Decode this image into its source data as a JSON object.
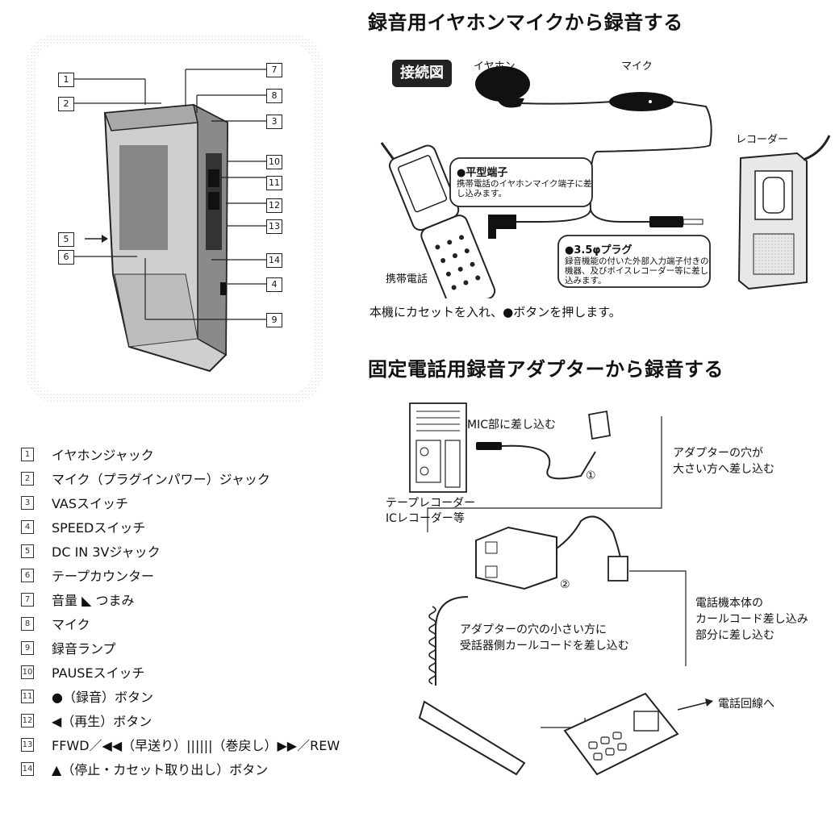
{
  "section1": {
    "title": "録音用イヤホンマイクから録音する",
    "badge": "接続図",
    "label_earphone": "イヤホン",
    "label_mic": "マイク",
    "label_recorder": "レコーダー",
    "label_phone": "携帯電話",
    "flat_title": "●平型端子",
    "flat_desc": "携帯電話のイヤホンマイク端子に差し込みます。",
    "plug_title": "●3.5φプラグ",
    "plug_desc": "録音機能の付いた外部入力端子付きの機器、及びボイスレコーダー等に差し込みます。",
    "instruction": "本機にカセットを入れ、●ボタンを押します。"
  },
  "section2": {
    "title": "固定電話用録音アダプターから録音する",
    "label_mic_insert": "MIC部に差し込む",
    "label_adapter_big_1": "アダプターの穴が",
    "label_adapter_big_2": "大さい方へ差し込む",
    "label_tape_1": "テープレコーダー",
    "label_tape_2": "ICレコーダー等",
    "marker_1": "①",
    "marker_2": "②",
    "label_small_hole_1": "アダプターの穴の小さい方に",
    "label_small_hole_2": "受話器側カールコードを差し込む",
    "label_body_1": "電話機本体の",
    "label_body_2": "カールコード差し込み",
    "label_body_3": "部分に差し込む",
    "label_line": "電話回線へ"
  },
  "callouts": [
    "1",
    "2",
    "3",
    "4",
    "5",
    "6",
    "7",
    "8",
    "9",
    "10",
    "11",
    "12",
    "13",
    "14"
  ],
  "legend": [
    {
      "num": "1",
      "text": "イヤホンジャック"
    },
    {
      "num": "2",
      "text": "マイク（プラグインパワー）ジャック"
    },
    {
      "num": "3",
      "text": "VASスイッチ"
    },
    {
      "num": "4",
      "text": "SPEEDスイッチ"
    },
    {
      "num": "5",
      "text": "DC IN 3Vジャック"
    },
    {
      "num": "6",
      "text": "テープカウンター"
    },
    {
      "num": "7",
      "text": "音量 ◣ つまみ"
    },
    {
      "num": "8",
      "text": "マイク"
    },
    {
      "num": "9",
      "text": "録音ランプ"
    },
    {
      "num": "10",
      "text": "PAUSEスイッチ"
    },
    {
      "num": "11",
      "text": "●（録音）ボタン"
    },
    {
      "num": "12",
      "text": "◀（再生）ボタン"
    },
    {
      "num": "13",
      "text": "FFWD／◀◀（早送り）||||||（巻戻し）▶▶／REW"
    },
    {
      "num": "14",
      "text": "▲（停止・カセット取り出し）ボタン"
    }
  ]
}
